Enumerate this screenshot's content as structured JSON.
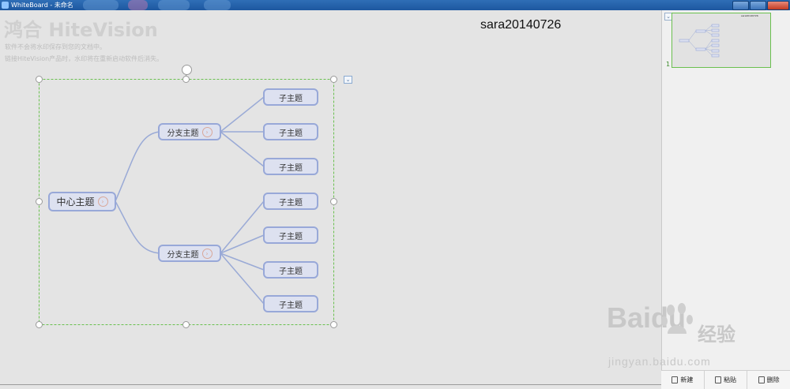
{
  "window": {
    "title": "WhiteBoard - 未命名"
  },
  "watermark": {
    "logo": "鸿合 HiteVision",
    "line1": "软件不会将水印保存到您的文档中。",
    "line2": "链接HiteVision产品时，水印将在重新启动软件后消失。"
  },
  "canvas": {
    "user_label": "sara20140726"
  },
  "mindmap": {
    "center": "中心主题",
    "branches": [
      {
        "label": "分支主题",
        "children": [
          "子主题",
          "子主题",
          "子主题"
        ]
      },
      {
        "label": "分支主题",
        "children": [
          "子主题",
          "子主题",
          "子主题",
          "子主题"
        ]
      }
    ],
    "line_color": "#9aaad6",
    "node_border": "#98a8d8",
    "node_fill": "#dde1f0"
  },
  "sidebar": {
    "page_number": "1",
    "thumbnail_label": "sara20140726",
    "actions": [
      {
        "label": "新建",
        "icon": "new-page-icon"
      },
      {
        "label": "粘贴",
        "icon": "paste-icon"
      },
      {
        "label": "删除",
        "icon": "trash-icon"
      }
    ]
  },
  "overlay_watermark": {
    "brand": "Baidu",
    "brand_cn": "经验",
    "url": "jingyan.baidu.com"
  },
  "colors": {
    "selection": "#6ac04f",
    "titlebar": "#1d57a0"
  }
}
